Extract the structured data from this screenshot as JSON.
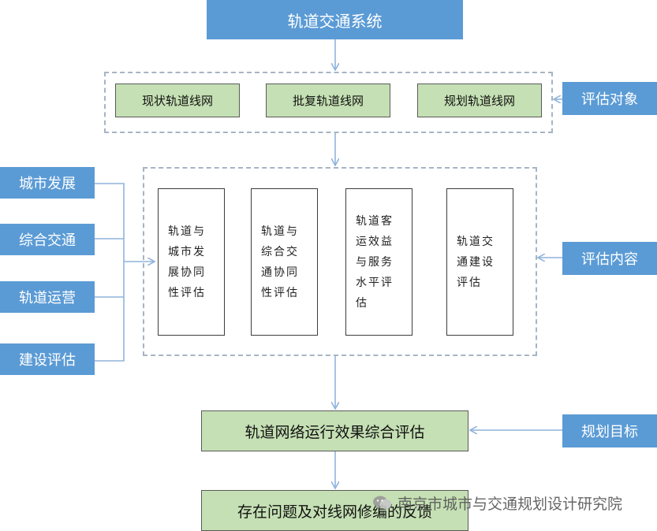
{
  "top": {
    "title": "轨道交通系统"
  },
  "eval_objects": {
    "items": [
      "现状轨道线网",
      "批复轨道线网",
      "规划轨道线网"
    ],
    "label": "评估对象"
  },
  "left_inputs": [
    "城市发展",
    "综合交通",
    "轨道运营",
    "建设评估"
  ],
  "eval_content": {
    "items": [
      "轨道与\n城市发\n展协同\n性评估",
      "轨道与\n综合交\n通协同\n性评估",
      "轨道客\n运效益\n与服务\n水平评\n估",
      "轨道交\n通建设\n评估"
    ],
    "label": "评估内容"
  },
  "comprehensive": {
    "title": "轨道网络运行效果综合评估",
    "goal_label": "规划目标"
  },
  "feedback": {
    "title": "存在问题及对线网修编的反馈"
  },
  "watermark": {
    "text": "南京市城市与交通规划设计研究院"
  },
  "colors": {
    "blue": "#5b9bd5",
    "green": "#c5e0b4",
    "line": "#8fb4dc",
    "dash": "#a6b4c4"
  }
}
